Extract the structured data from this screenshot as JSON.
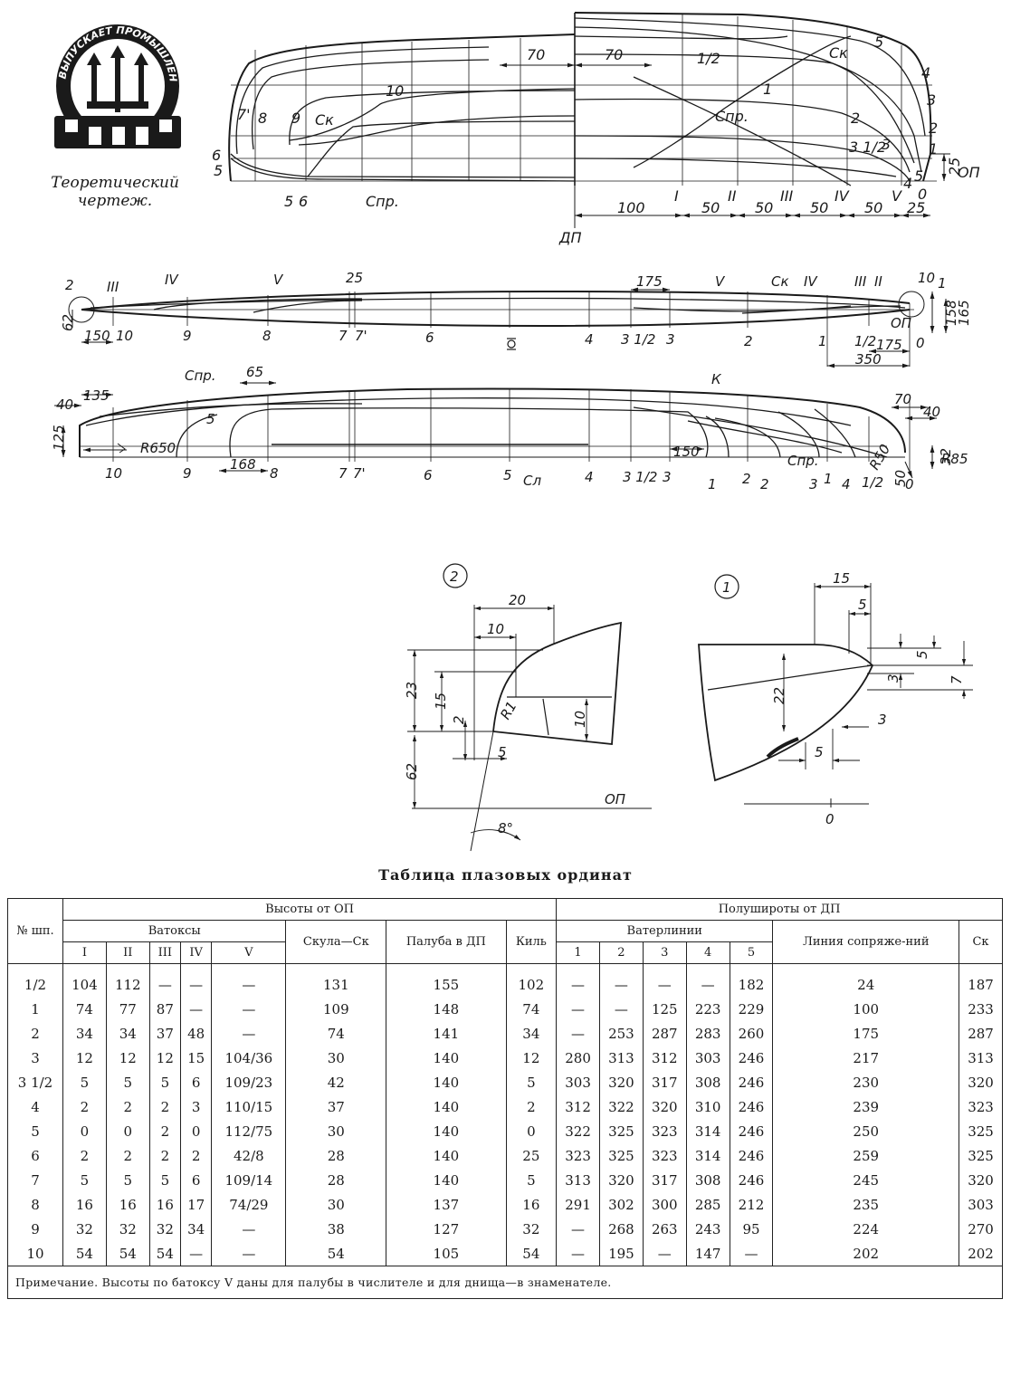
{
  "logo": {
    "text": "ВЫПУСКАЕТ ПРОМЫШЛЕННОСТЬ"
  },
  "caption": {
    "line1": "Теоретический",
    "line2": "чертеж."
  },
  "body_plan": {
    "dims_top": [
      "70",
      "70"
    ],
    "bottom_label": "ДП",
    "buttock_dims": [
      "100",
      "50",
      "50",
      "50",
      "50",
      "25"
    ],
    "buttock_labels": [
      "I",
      "II",
      "III",
      "IV",
      "V",
      "0"
    ],
    "right_labels": [
      "5",
      "4",
      "3",
      "2",
      "1",
      "5",
      "4",
      "25",
      "ОП"
    ],
    "station_labels_left": [
      "7'",
      "8",
      "9",
      "10",
      "6",
      "5",
      "5",
      "6"
    ],
    "station_labels_right": [
      "1/2",
      "1",
      "2",
      "3 1/2",
      "3"
    ],
    "curve_labels": [
      "Ск",
      "Спр.",
      "Ск",
      "Спр."
    ]
  },
  "half_breadth": {
    "dims": [
      "25",
      "175",
      "10",
      "62",
      "150",
      "158",
      "165",
      "175",
      "350"
    ],
    "stations": [
      "10",
      "9",
      "8",
      "7",
      "7'",
      "6",
      "4",
      "3 1/2",
      "3",
      "2",
      "1",
      "1/2",
      "0"
    ],
    "buttocks": [
      "III",
      "IV",
      "V",
      "V",
      "Ск",
      "IV",
      "III",
      "II",
      "2",
      "1",
      "ОП"
    ]
  },
  "profile": {
    "dims": [
      "65",
      "40",
      "135",
      "125",
      "R650",
      "168",
      "150",
      "70",
      "40",
      "32",
      "R85",
      "R50",
      "50"
    ],
    "stations": [
      "10",
      "9",
      "8",
      "7",
      "7'",
      "6",
      "5",
      "4",
      "3 1/2",
      "3",
      "1",
      "2",
      "2",
      "3",
      "1",
      "4",
      "1/2",
      "0"
    ],
    "labels": [
      "Спр.",
      "5",
      "К",
      "Сл",
      "Спр."
    ]
  },
  "detail2": {
    "id": "2",
    "dims": [
      "20",
      "10",
      "23",
      "15",
      "2",
      "R1",
      "10",
      "5",
      "62",
      "8°"
    ],
    "baseline": "ОП"
  },
  "detail1": {
    "id": "1",
    "dims": [
      "15",
      "5",
      "5",
      "3",
      "7",
      "22",
      "3",
      "5"
    ],
    "baseline": "0"
  },
  "table": {
    "title": "Таблица плазовых ординат",
    "col_no": "№ шп.",
    "group_heights": "Высоты от ОП",
    "group_widths": "Полушироты от ДП",
    "buttocks": "Ватоксы",
    "waterlines": "Ватерлинии",
    "chine": "Скула—Ск",
    "deck": "Палуба в ДП",
    "keel": "Киль",
    "junction": "Линия сопряже-ний",
    "sk": "Ск",
    "buttock_cols": [
      "I",
      "II",
      "III",
      "IV",
      "V"
    ],
    "wl_cols": [
      "1",
      "2",
      "3",
      "4",
      "5"
    ],
    "rows": [
      [
        "1/2",
        "104",
        "112",
        "—",
        "—",
        "—",
        "131",
        "155",
        "102",
        "—",
        "—",
        "—",
        "—",
        "182",
        "24",
        "187"
      ],
      [
        "1",
        "74",
        "77",
        "87",
        "—",
        "—",
        "109",
        "148",
        "74",
        "—",
        "—",
        "125",
        "223",
        "229",
        "100",
        "233"
      ],
      [
        "2",
        "34",
        "34",
        "37",
        "48",
        "—",
        "74",
        "141",
        "34",
        "—",
        "253",
        "287",
        "283",
        "260",
        "175",
        "287"
      ],
      [
        "3",
        "12",
        "12",
        "12",
        "15",
        "104/36",
        "30",
        "140",
        "12",
        "280",
        "313",
        "312",
        "303",
        "246",
        "217",
        "313"
      ],
      [
        "3 1/2",
        "5",
        "5",
        "5",
        "6",
        "109/23",
        "42",
        "140",
        "5",
        "303",
        "320",
        "317",
        "308",
        "246",
        "230",
        "320"
      ],
      [
        "4",
        "2",
        "2",
        "2",
        "3",
        "110/15",
        "37",
        "140",
        "2",
        "312",
        "322",
        "320",
        "310",
        "246",
        "239",
        "323"
      ],
      [
        "5",
        "0",
        "0",
        "2",
        "0",
        "112/75",
        "30",
        "140",
        "0",
        "322",
        "325",
        "323",
        "314",
        "246",
        "250",
        "325"
      ],
      [
        "6",
        "2",
        "2",
        "2",
        "2",
        "42/8",
        "28",
        "140",
        "25",
        "323",
        "325",
        "323",
        "314",
        "246",
        "259",
        "325"
      ],
      [
        "7",
        "5",
        "5",
        "5",
        "6",
        "109/14",
        "28",
        "140",
        "5",
        "313",
        "320",
        "317",
        "308",
        "246",
        "245",
        "320"
      ],
      [
        "8",
        "16",
        "16",
        "16",
        "17",
        "74/29",
        "30",
        "137",
        "16",
        "291",
        "302",
        "300",
        "285",
        "212",
        "235",
        "303"
      ],
      [
        "9",
        "32",
        "32",
        "32",
        "34",
        "—",
        "38",
        "127",
        "32",
        "—",
        "268",
        "263",
        "243",
        "95",
        "224",
        "270"
      ],
      [
        "10",
        "54",
        "54",
        "54",
        "—",
        "—",
        "54",
        "105",
        "54",
        "—",
        "195",
        "—",
        "147",
        "—",
        "202",
        "202"
      ]
    ],
    "note": "Примечание. Высоты по батоксу V даны для палубы в числителе и для днища—в знаменателе."
  },
  "colors": {
    "ink": "#1a1a1a",
    "paper": "#ffffff"
  }
}
